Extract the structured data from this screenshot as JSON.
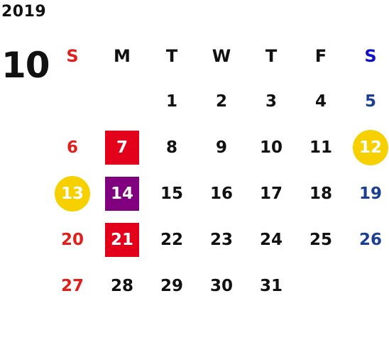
{
  "calendar": {
    "year": "2019",
    "month": "10",
    "weekdays": [
      "S",
      "M",
      "T",
      "W",
      "T",
      "F",
      "S"
    ],
    "weeks": [
      [
        "",
        "",
        "1",
        "2",
        "3",
        "4",
        "5"
      ],
      [
        "6",
        "7",
        "8",
        "9",
        "10",
        "11",
        "12"
      ],
      [
        "13",
        "14",
        "15",
        "16",
        "17",
        "18",
        "19"
      ],
      [
        "20",
        "21",
        "22",
        "23",
        "24",
        "25",
        "26"
      ],
      [
        "27",
        "28",
        "29",
        "30",
        "31",
        "",
        ""
      ]
    ]
  },
  "colors": {
    "sunday": "#e0201b",
    "saturday": "#1c3f94",
    "saturday_header": "#1010cc",
    "holiday_box": "#e3001b",
    "special_box": "#800080",
    "highlight_circle": "#f7d000",
    "default_text": "#111111"
  }
}
